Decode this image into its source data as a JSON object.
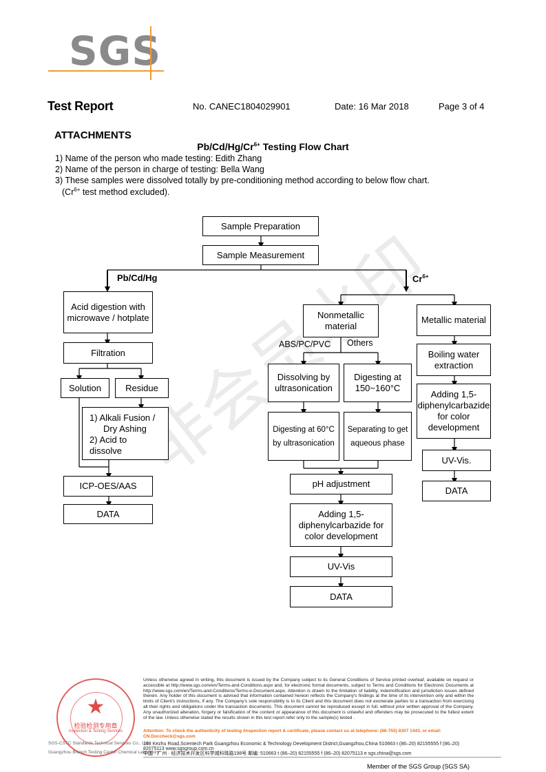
{
  "logo": {
    "text": "SGS"
  },
  "header": {
    "title": "Test Report",
    "report_no": "No. CANEC1804029901",
    "date": "Date: 16 Mar 2018",
    "page": "Page 3 of 4"
  },
  "attachments": "ATTACHMENTS",
  "chart_title": {
    "main": "Pb/Cd/Hg/Cr",
    "sup": "6+",
    "rest": " Testing Flow Chart"
  },
  "intro": {
    "line1": "1) Name of the person who made testing: Edith Zhang",
    "line2": "2) Name of the person in charge of testing: Bella Wang",
    "line3": "3) These samples were dissolved totally by pre-conditioning method according to below flow chart.",
    "line4a": "(Cr",
    "line4sup": "6+",
    "line4b": " test method excluded)."
  },
  "flow": {
    "sample_prep": "Sample Preparation",
    "sample_meas": "Sample Measurement",
    "branch_left": "Pb/Cd/Hg",
    "branch_right": "Cr",
    "branch_right_sup": "6+",
    "acid_digestion": "Acid digestion with microwave / hotplate",
    "filtration": "Filtration",
    "solution": "Solution",
    "residue": "Residue",
    "alkali_1": "1) Alkali Fusion /",
    "alkali_2": "Dry Ashing",
    "alkali_3": "2) Acid to",
    "alkali_4": "dissolve",
    "icp": "ICP-OES/AAS",
    "data_left": "DATA",
    "nonmetallic": "Nonmetallic material",
    "abs": "ABS/PC/PVC",
    "others": "Others",
    "dissolving": "Dissolving by ultrasonication",
    "digesting_150": "Digesting at 150~160°C",
    "digesting_60": "Digesting at 60°C by ultrasonication",
    "separating": "Separating to get aqueous phase",
    "ph": "pH adjustment",
    "adding_mid": "Adding 1,5-diphenylcarbazide for color development",
    "uv_mid": "UV-Vis",
    "data_mid": "DATA",
    "metallic": "Metallic material",
    "boiling": "Boiling water extraction",
    "adding_right": "Adding 1,5-diphenylcarbazide for color development",
    "uv_right": "UV-Vis.",
    "data_right": "DATA"
  },
  "watermark": "非会员水印",
  "footer": {
    "disclaimer": "Unless otherwise agreed in writing, this document is issued by the Company subject to its General Conditions of Service printed overleaf, available on request or accessible at http://www.sgs.com/en/Terms-and-Conditions.aspx and, for electronic format documents, subject to Terms and Conditions for Electronic Documents at http://www.sgs.com/en/Terms-and-Conditions/Terms-e-Document.aspx. Attention is drawn to the limitation of liability, indemnification and jurisdiction issues defined therein. Any holder of this document is advised that information contained hereon reflects the Company's findings at the time of its intervention only and within the limits of Client's instructions, if any. The Company's sole responsibility is to its Client and this document does not exonerate parties to a transaction from exercising all their rights and obligations under the transaction documents. This document cannot be reproduced except in full, without prior written approval of the Company. Any unauthorized alteration, forgery or falsification of the content or appearance of this document is unlawful and offenders may be prosecuted to the fullest extent of the law. Unless otherwise stated the results shown in this test report refer only to the sample(s) tested .",
    "attention": "Attention: To check the authenticity of testing /inspection report & certificate, please contact us at telephone: (86-755) 8307 1443, or email: CN.Doccheck@sgs.com",
    "address_en": "198 Kezhu Road,Scientech Park Guangzhou Economic & Technology Development District,Guangzhou,China  510663   t (86–20) 82155555   f (86–20) 82075113   www.sgsgroup.com.cn",
    "address_cn": "中国 · 广州 · 经济技术开发区科学城科珠路198号          邮编: 510663   t (86–20) 82155555   f (86–20) 82075113   e  sgs.china@sgs.com",
    "stamp_label1": "SGS-CSTC Standards Technical Services Co., Ltd.",
    "stamp_label2": "Guangzhou Branch Testing Center Chemical Laboratory",
    "stamp_cn": "检验检测专用章",
    "stamp_en": "Inspection & Testing Services",
    "member": "Member of the SGS Group (SGS SA)"
  }
}
